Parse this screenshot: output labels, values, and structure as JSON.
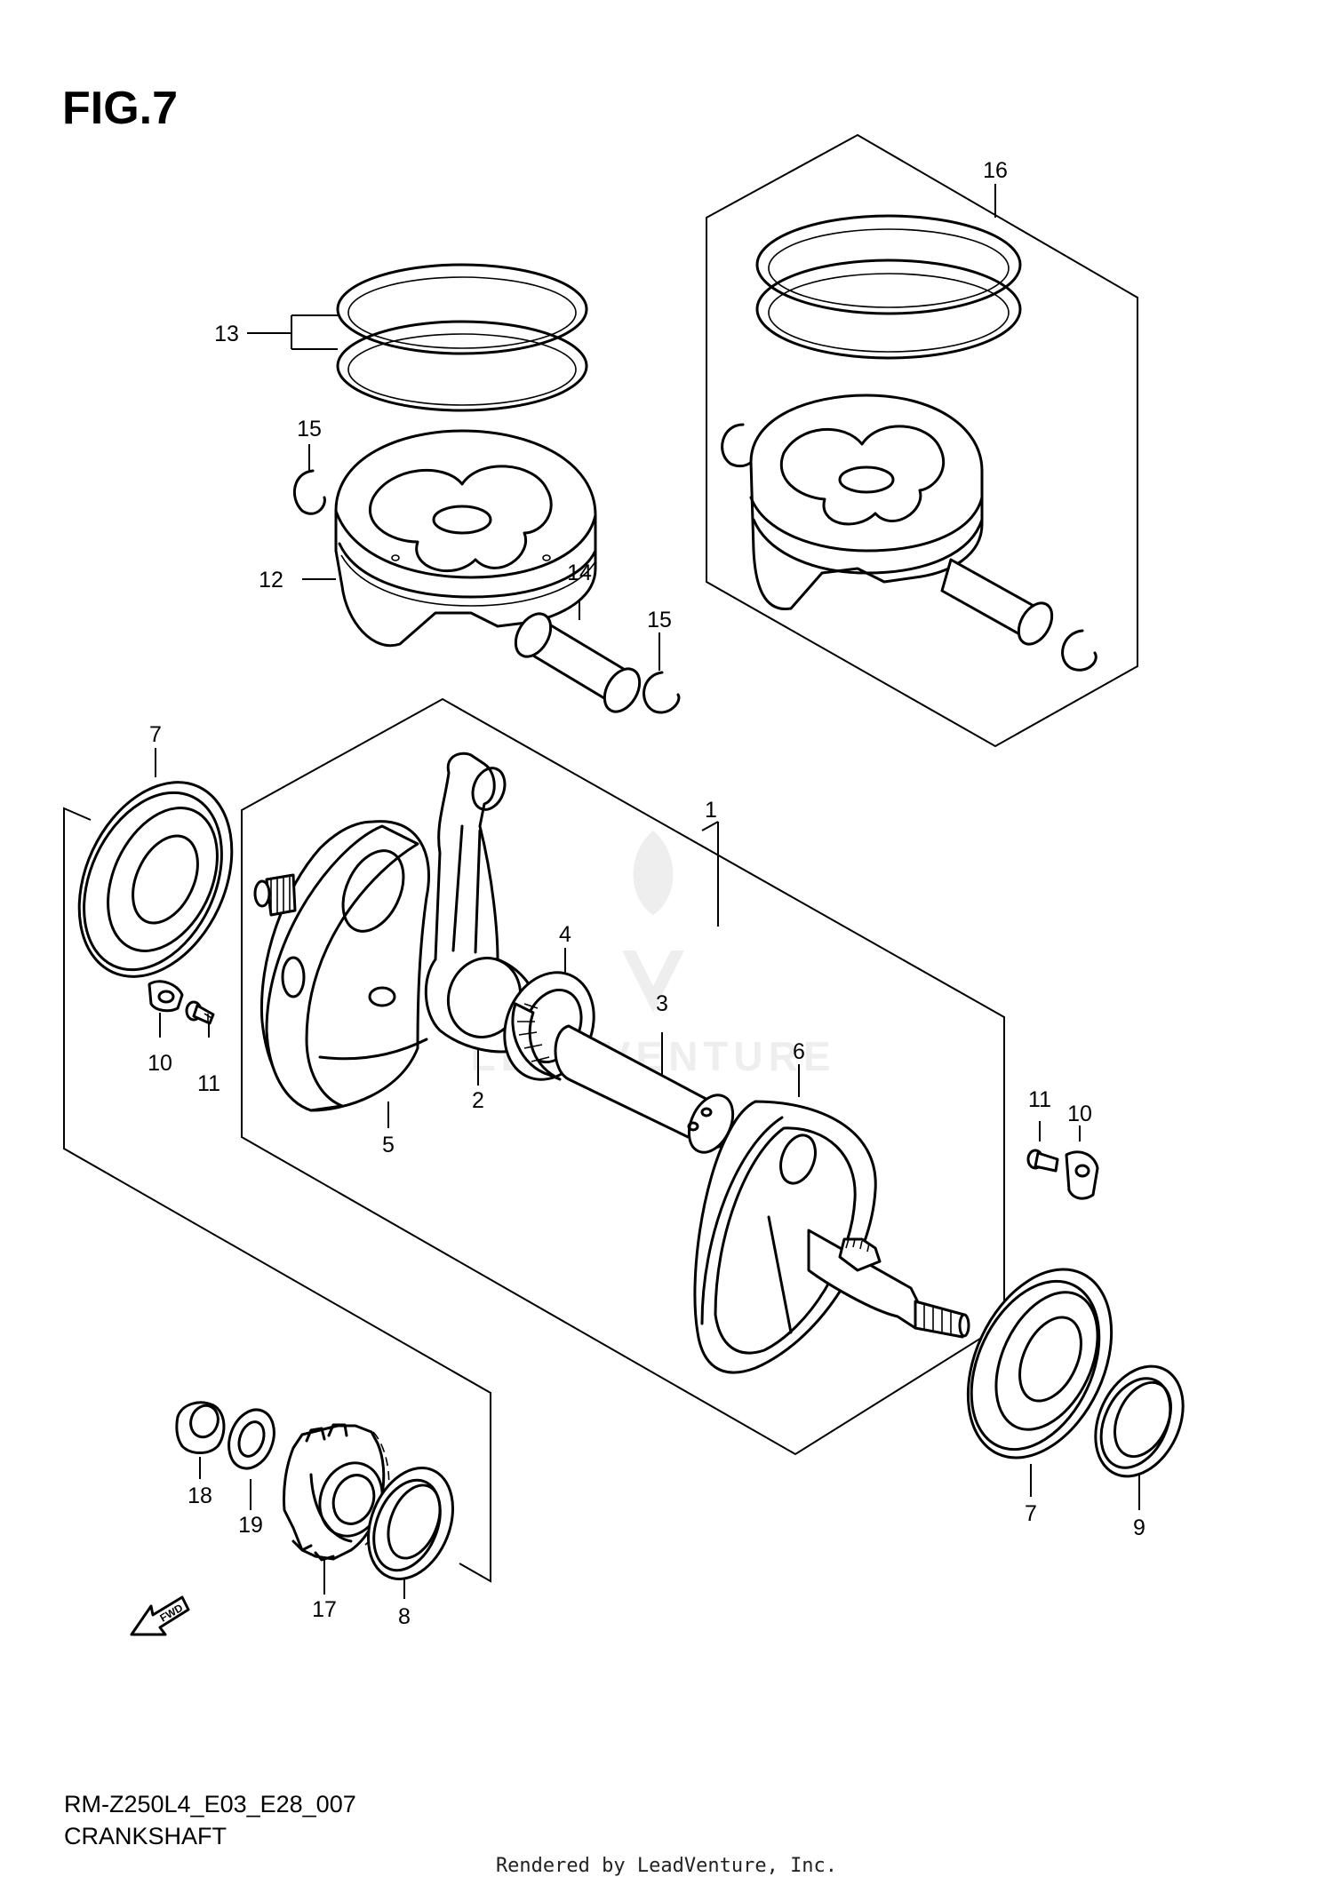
{
  "figure": {
    "title": "FIG.7"
  },
  "callouts": [
    {
      "id": "c1",
      "label": "1"
    },
    {
      "id": "c2",
      "label": "2"
    },
    {
      "id": "c3",
      "label": "3"
    },
    {
      "id": "c4",
      "label": "4"
    },
    {
      "id": "c5",
      "label": "5"
    },
    {
      "id": "c6",
      "label": "6"
    },
    {
      "id": "c7a",
      "label": "7"
    },
    {
      "id": "c7b",
      "label": "7"
    },
    {
      "id": "c8",
      "label": "8"
    },
    {
      "id": "c9",
      "label": "9"
    },
    {
      "id": "c10a",
      "label": "10"
    },
    {
      "id": "c10b",
      "label": "10"
    },
    {
      "id": "c11a",
      "label": "11"
    },
    {
      "id": "c11b",
      "label": "11"
    },
    {
      "id": "c12",
      "label": "12"
    },
    {
      "id": "c13",
      "label": "13"
    },
    {
      "id": "c14",
      "label": "14"
    },
    {
      "id": "c15a",
      "label": "15"
    },
    {
      "id": "c15b",
      "label": "15"
    },
    {
      "id": "c16",
      "label": "16"
    },
    {
      "id": "c17",
      "label": "17"
    },
    {
      "id": "c18",
      "label": "18"
    },
    {
      "id": "c19",
      "label": "19"
    }
  ],
  "fwd_arrow": {
    "label": "FWD"
  },
  "diagram_code": "RM-Z250L4_E03_E28_007",
  "diagram_name": "CRANKSHAFT",
  "credit": "Rendered by LeadVenture, Inc.",
  "watermark": {
    "text": "LEADVENTURE",
    "color": "#d8d8d8"
  }
}
